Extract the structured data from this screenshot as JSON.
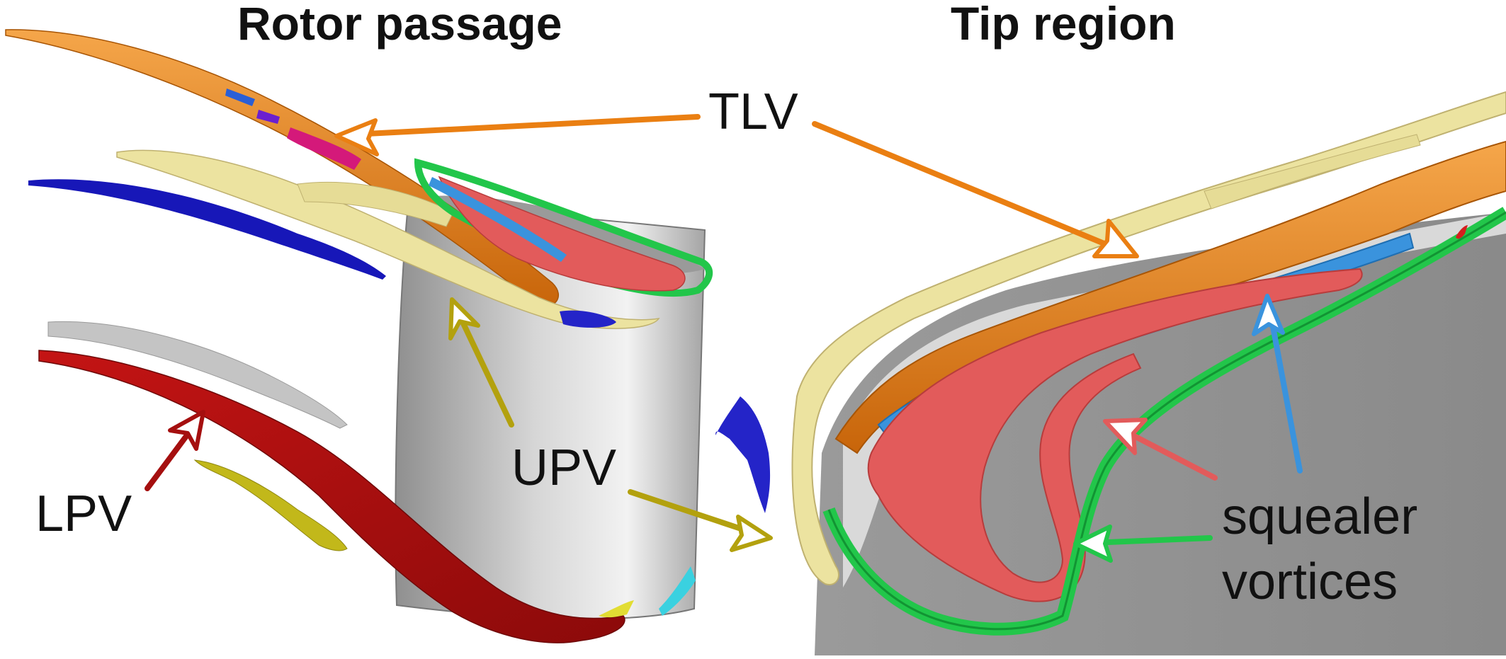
{
  "panels": {
    "left_title": "Rotor passage",
    "right_title": "Tip region"
  },
  "labels": {
    "tlv": "TLV",
    "upv": "UPV",
    "lpv": "LPV",
    "squealer_line1": "squealer",
    "squealer_line2": "vortices"
  },
  "colors": {
    "tlv": "#ea7f12",
    "upv": "#b3a10e",
    "lpv": "#a50f0f",
    "squealer_red": "#e25b5b",
    "squealer_blue": "#3a93dd",
    "squealer_green": "#22c64a",
    "blade": "#c9c9c9",
    "cream": "#ece3a0"
  }
}
